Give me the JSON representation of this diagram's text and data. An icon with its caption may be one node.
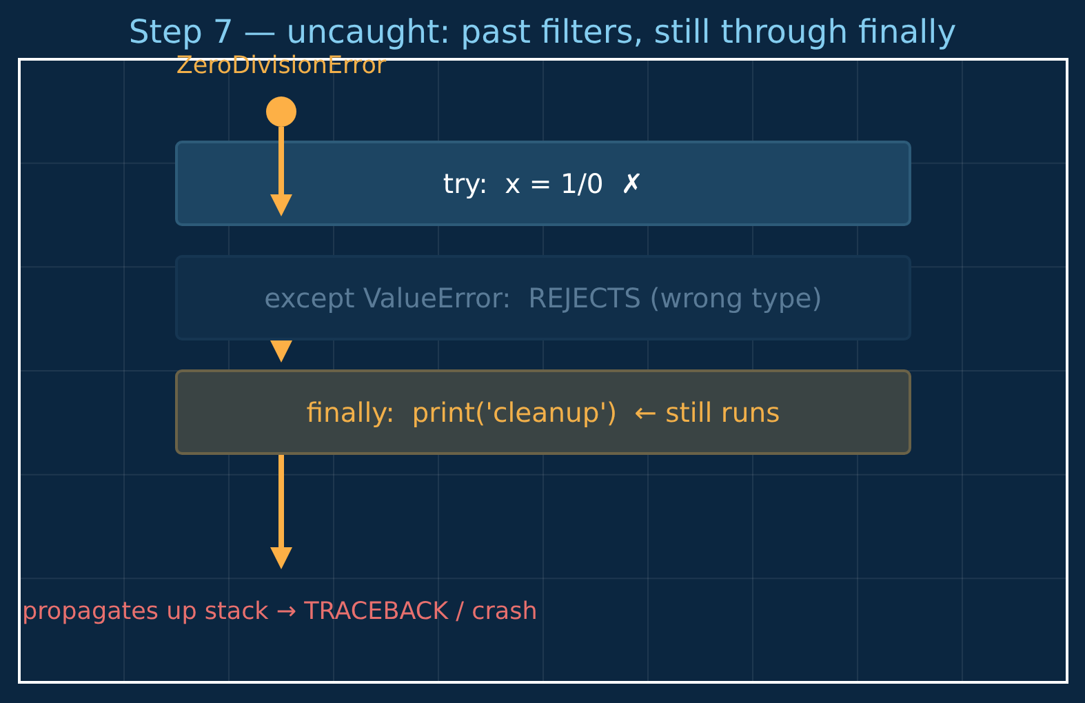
{
  "diagram": {
    "title": "Step 7 — uncaught: past filters, still through finally",
    "nodes": [
      {
        "text": [
          "ZeroDivisionError"
        ]
      },
      {
        "text": [
          "try:  x = 1/0  ✗"
        ]
      },
      {
        "text": [
          "except ValueError:  REJECTS (wrong type)"
        ]
      },
      {
        "text": [
          "finally:  print('cleanup')  ← still runs"
        ]
      },
      {
        "text": [
          "propagates up stack → TRACEBACK / crash"
        ]
      }
    ],
    "edges": [
      {
        "from": 0,
        "to": 1,
        "arrow": "to"
      },
      {
        "from": 2,
        "to": 3,
        "arrow": "to"
      },
      {
        "from": 3,
        "to": 4,
        "arrow": "to"
      }
    ]
  }
}
